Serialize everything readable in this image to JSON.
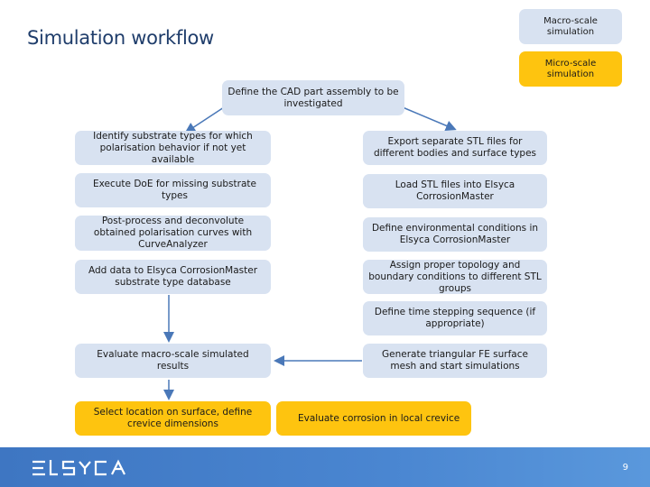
{
  "slide": {
    "title": "Simulation workflow",
    "page_number": "9"
  },
  "legend": {
    "macro": "Macro-scale simulation",
    "micro": "Micro-scale simulation"
  },
  "colors": {
    "macro": "#d8e2f1",
    "micro": "#fec40f",
    "arrow": "#4a78b8",
    "footer": "#4a86d1",
    "title": "#1f3d6b"
  },
  "steps": {
    "top": "Define the CAD part assembly to be investigated",
    "left": [
      "Identify substrate types for which polarisation behavior if not yet available",
      "Execute DoE for missing substrate types",
      "Post-process and deconvolute obtained polarisation curves with CurveAnalyzer",
      "Add data to  Elsyca  CorrosionMaster substrate type database",
      "Evaluate macro-scale simulated results",
      "Select location on surface, define crevice dimensions"
    ],
    "right": [
      "Export separate STL files for different bodies and surface types",
      "Load STL files into  Elsyca CorrosionMaster",
      "Define environmental conditions in Elsyca  CorrosionMaster",
      "Assign proper topology and  boundary conditions to different STL groups",
      "Define time stepping sequence (if appropriate)",
      "Generate triangular FE surface mesh and start simulations",
      "Evaluate corrosion in local crevice"
    ]
  },
  "logo": {
    "text": "elsyca",
    "icon": "elsyca-logo-icon"
  }
}
